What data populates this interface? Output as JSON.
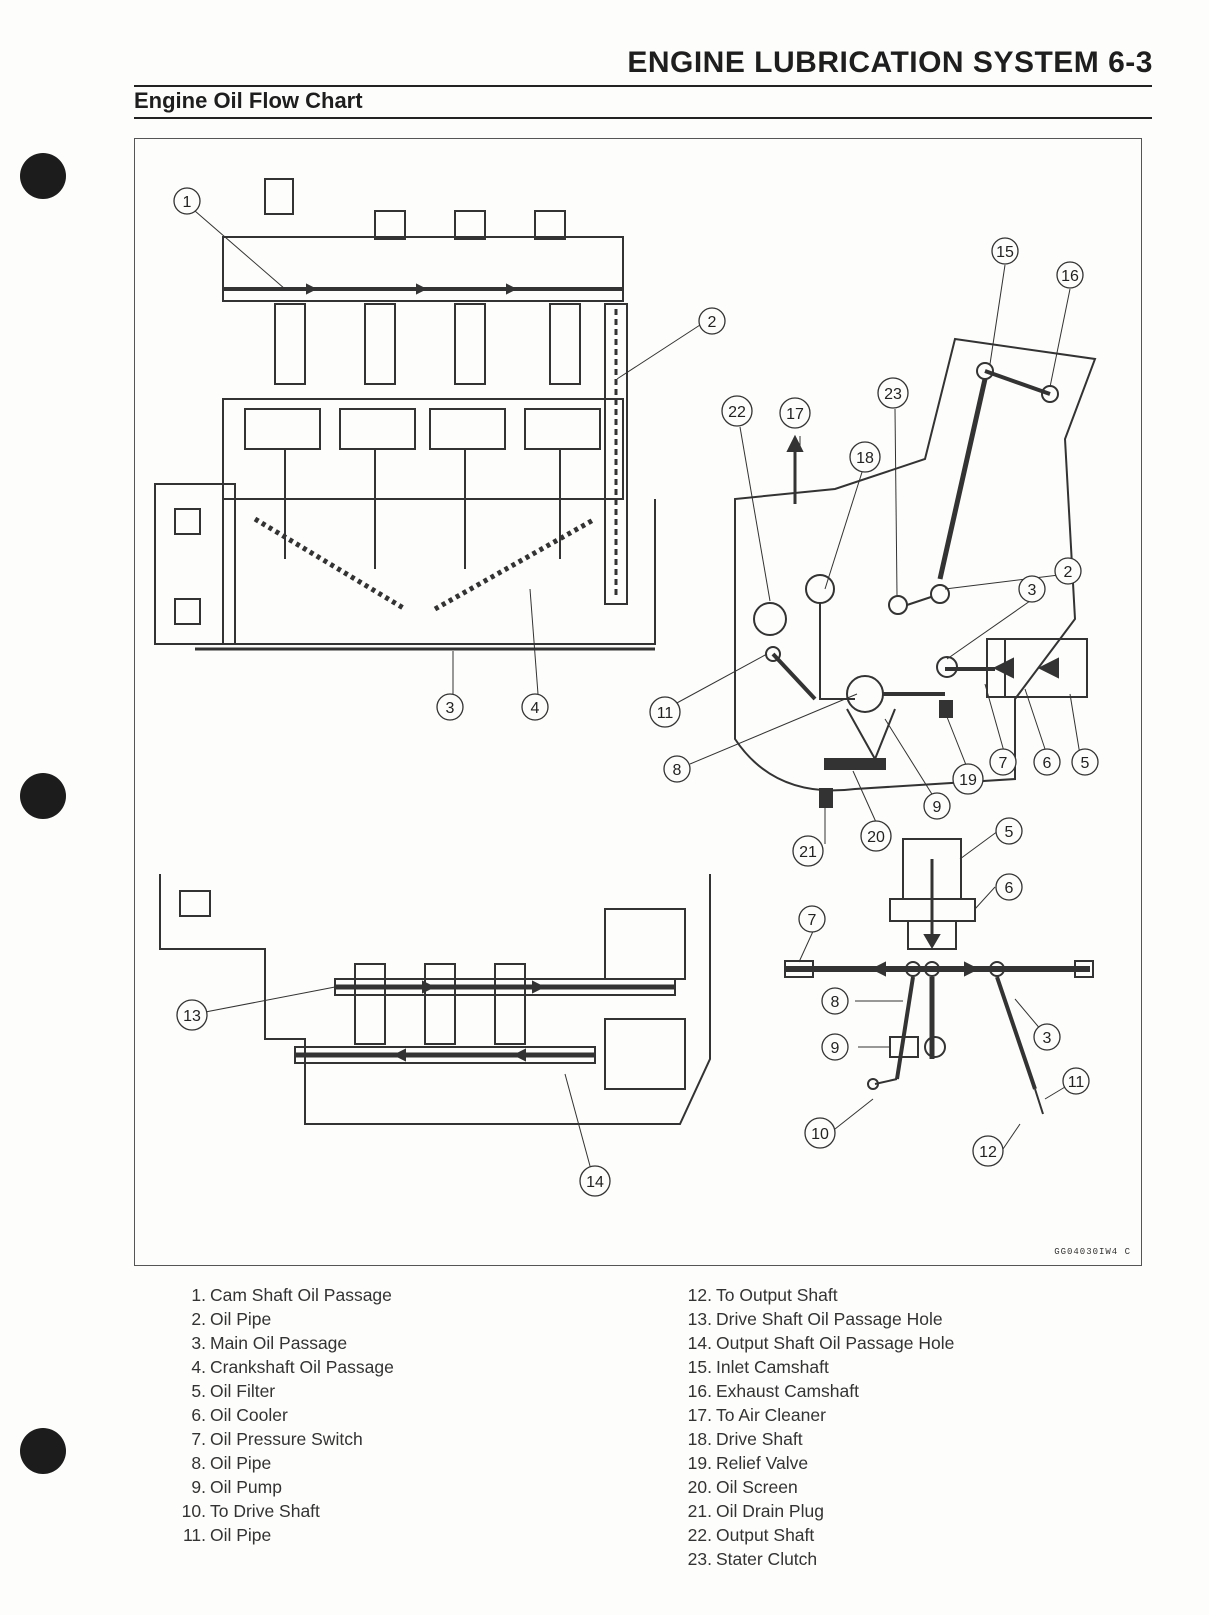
{
  "header": {
    "section_title": "ENGINE LUBRICATION SYSTEM 6-3",
    "subtitle": "Engine Oil Flow Chart"
  },
  "figure": {
    "code": "GG04030IW4 C",
    "callouts": [
      "1",
      "2",
      "3",
      "4",
      "15",
      "16",
      "22",
      "17",
      "23",
      "18",
      "2",
      "3",
      "11",
      "8",
      "7",
      "6",
      "5",
      "19",
      "9",
      "21",
      "20",
      "5",
      "6",
      "7",
      "13",
      "8",
      "3",
      "9",
      "11",
      "10",
      "12",
      "14"
    ]
  },
  "legend": {
    "left": [
      {
        "num": "1.",
        "label": "Cam Shaft Oil Passage"
      },
      {
        "num": "2.",
        "label": "Oil Pipe"
      },
      {
        "num": "3.",
        "label": "Main Oil Passage"
      },
      {
        "num": "4.",
        "label": "Crankshaft Oil Passage"
      },
      {
        "num": "5.",
        "label": "Oil Filter"
      },
      {
        "num": "6.",
        "label": "Oil Cooler"
      },
      {
        "num": "7.",
        "label": "Oil Pressure Switch"
      },
      {
        "num": "8.",
        "label": "Oil Pipe"
      },
      {
        "num": "9.",
        "label": "Oil Pump"
      },
      {
        "num": "10.",
        "label": "To Drive Shaft"
      },
      {
        "num": "11.",
        "label": "Oil Pipe"
      }
    ],
    "right": [
      {
        "num": "12.",
        "label": "To Output Shaft"
      },
      {
        "num": "13.",
        "label": "Drive Shaft Oil Passage Hole"
      },
      {
        "num": "14.",
        "label": "Output Shaft Oil Passage Hole"
      },
      {
        "num": "15.",
        "label": "Inlet Camshaft"
      },
      {
        "num": "16.",
        "label": "Exhaust Camshaft"
      },
      {
        "num": "17.",
        "label": "To Air Cleaner"
      },
      {
        "num": "18.",
        "label": "Drive Shaft"
      },
      {
        "num": "19.",
        "label": "Relief Valve"
      },
      {
        "num": "20.",
        "label": "Oil Screen"
      },
      {
        "num": "21.",
        "label": "Oil Drain Plug"
      },
      {
        "num": "22.",
        "label": "Output Shaft"
      },
      {
        "num": "23.",
        "label": "Stater Clutch"
      }
    ]
  }
}
